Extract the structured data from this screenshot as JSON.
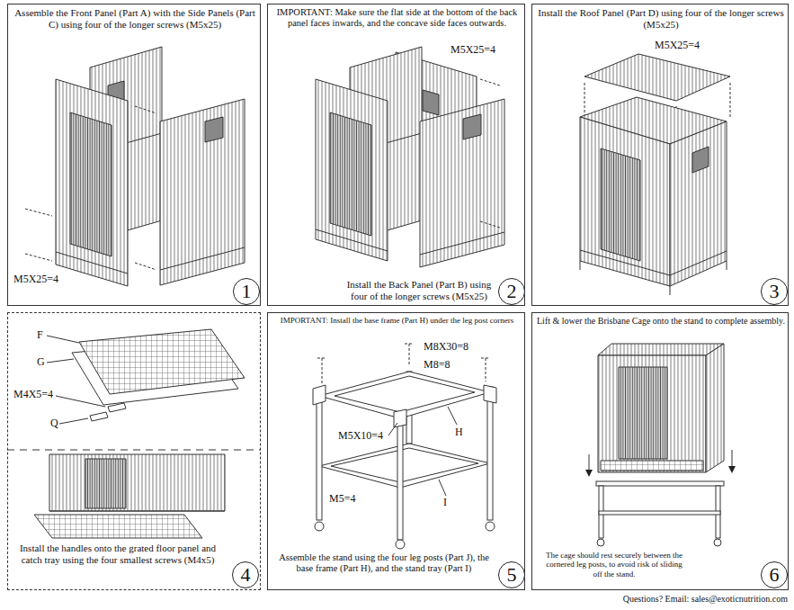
{
  "diagram": {
    "nodes": [
      {
        "text": [
          "Assemble the Front Panel (Part A) with the Side Panels (Part C) using four of the longer screws (M5x25)"
        ]
      },
      {
        "text": [
          "1"
        ],
        "in": 0
      },
      {
        "text": [
          "IMPORTANT: Make sure the flat side at the bottom of the back panel faces inwards, and the concave side faces outwards.",
          "Install the Back Panel (Part B) using four of the longer screws (M5x25)"
        ]
      },
      {
        "text": [
          "2"
        ],
        "in": 2
      },
      {
        "text": [
          "Install the Roof Panel (Part D) using four of the longer screws (M5x25)"
        ]
      },
      {
        "text": [
          "3"
        ],
        "in": 4
      },
      {
        "text": [
          "Install the handles onto the grated floor panel and catch tray using the four smallest screws (M4x5)"
        ]
      },
      {
        "text": [
          "4"
        ],
        "in": 6
      },
      {
        "text": [
          "IMPORTANT: Install the base frame (Part H) under the leg post corners",
          "Assemble the stand using the four leg posts (Part J), the base frame (Part H), and the stand tray (Part I)"
        ]
      },
      {
        "text": [
          "5"
        ],
        "in": 8
      },
      {
        "text": [
          "Lift & lower the Brisbane Cage onto the stand to complete assembly.",
          "The cage should rest securely between the cornered leg posts, to avoid risk of sliding off the stand."
        ]
      },
      {
        "text": [
          "6"
        ],
        "in": 10
      }
    ],
    "labels": [
      "M5X25=4",
      "M5X25=4",
      "M5X25=4",
      "F",
      "G",
      "M4X5=4",
      "Q",
      "M8X30=8",
      "M8=8",
      "H",
      "M5X10=4",
      "M5=4",
      "I",
      "Questions? Email: sales@exoticnutrition.com"
    ]
  }
}
